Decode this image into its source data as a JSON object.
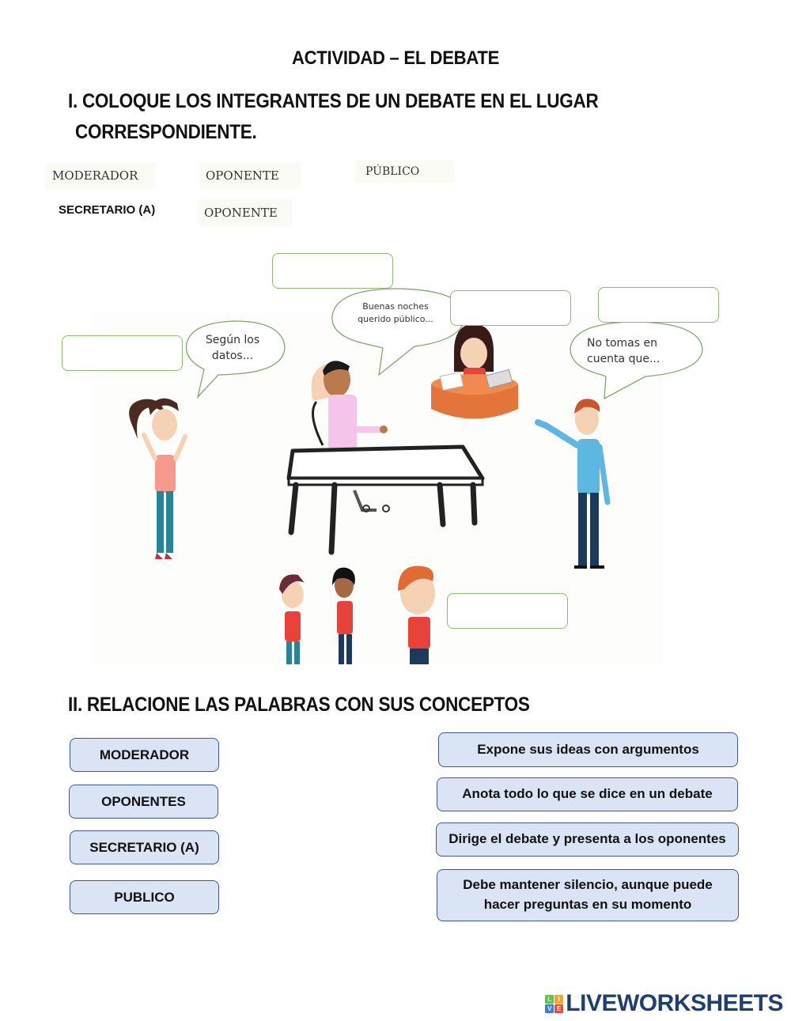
{
  "title": "ACTIVIDAD – EL DEBATE",
  "section1": {
    "heading_line1": "I.  COLOQUE LOS INTEGRANTES DE UN DEBATE EN EL LUGAR",
    "heading_line2": "CORRESPONDIENTE.",
    "word_bank": [
      {
        "label": "MODERADOR"
      },
      {
        "label": "OPONENTE"
      },
      {
        "label": "PÚBLICO"
      },
      {
        "label": "SECRETARIO (A)"
      },
      {
        "label": "OPONENTE"
      }
    ],
    "speech_bubbles": [
      {
        "text_line1": "Según los",
        "text_line2": "datos..."
      },
      {
        "text_line1": "Buenas noches",
        "text_line2": "querido público..."
      },
      {
        "text_line1": "No tomas en",
        "text_line2": "cuenta que..."
      }
    ],
    "answer_boxes": [
      {
        "id": "box-top-center",
        "value": ""
      },
      {
        "id": "box-left",
        "value": ""
      },
      {
        "id": "box-center-right",
        "value": ""
      },
      {
        "id": "box-right",
        "value": ""
      },
      {
        "id": "box-bottom",
        "value": ""
      }
    ],
    "characters": [
      "opponent-woman-left",
      "moderator-man-at-table",
      "secretary-at-desk",
      "opponent-man-right",
      "audience-group"
    ]
  },
  "section2": {
    "heading": "II. RELACIONE LAS PALABRAS CON SUS CONCEPTOS",
    "terms": [
      {
        "label": "MODERADOR"
      },
      {
        "label": "OPONENTES"
      },
      {
        "label": "SECRETARIO (A)"
      },
      {
        "label": "PUBLICO"
      }
    ],
    "definitions": [
      {
        "line1": "Expone sus ideas con argumentos",
        "line2": ""
      },
      {
        "line1": "Anota todo lo que se dice en un debate",
        "line2": ""
      },
      {
        "line1": "Dirige el debate y presenta a los oponentes",
        "line2": ""
      },
      {
        "line1": "Debe mantener silencio, aunque puede",
        "line2": "hacer preguntas en su momento"
      }
    ]
  },
  "footer": {
    "brand": "LIVEWORKSHEETS",
    "logo_letters": [
      "L",
      "I",
      "V",
      "E"
    ],
    "logo_colors": [
      "#6abf4b",
      "#f5a623",
      "#3b7dd8",
      "#e84c3d"
    ],
    "brand_color": "#1f3f73"
  }
}
